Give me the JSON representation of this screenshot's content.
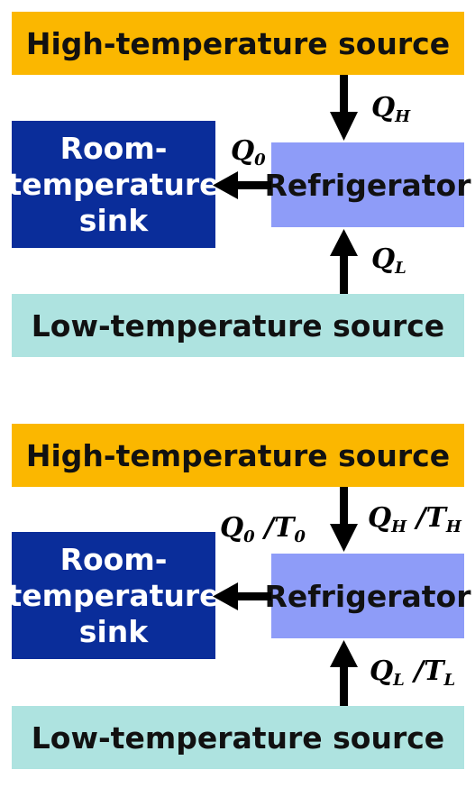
{
  "diagrams": [
    {
      "high_source": "High-temperature source",
      "room_sink": [
        "Room-",
        "temperature",
        "sink"
      ],
      "refrigerator": "Refrigerator",
      "low_source": "Low-temperature source",
      "label_H": {
        "main": "Q",
        "sub": "H"
      },
      "label_0": {
        "main": "Q",
        "sub": "0"
      },
      "label_L": {
        "main": "Q",
        "sub": "L"
      }
    },
    {
      "high_source": "High-temperature source",
      "room_sink": [
        "Room-",
        "temperature",
        "sink"
      ],
      "refrigerator": "Refrigerator",
      "low_source": "Low-temperature source",
      "label_H": {
        "main": "Q",
        "sub": "H",
        "sep": " /",
        "main2": "T",
        "sub2": "H"
      },
      "label_0": {
        "main": "Q",
        "sub": "0",
        "sep": " /",
        "main2": "T",
        "sub2": "0"
      },
      "label_L": {
        "main": "Q",
        "sub": "L",
        "sep": " /",
        "main2": "T",
        "sub2": "L"
      }
    }
  ],
  "colors": {
    "high_source": "#fbb700",
    "low_source": "#aee3e0",
    "room_sink": "#0a2d9a",
    "refrigerator": "#8e9cf8",
    "arrow": "#000000"
  }
}
